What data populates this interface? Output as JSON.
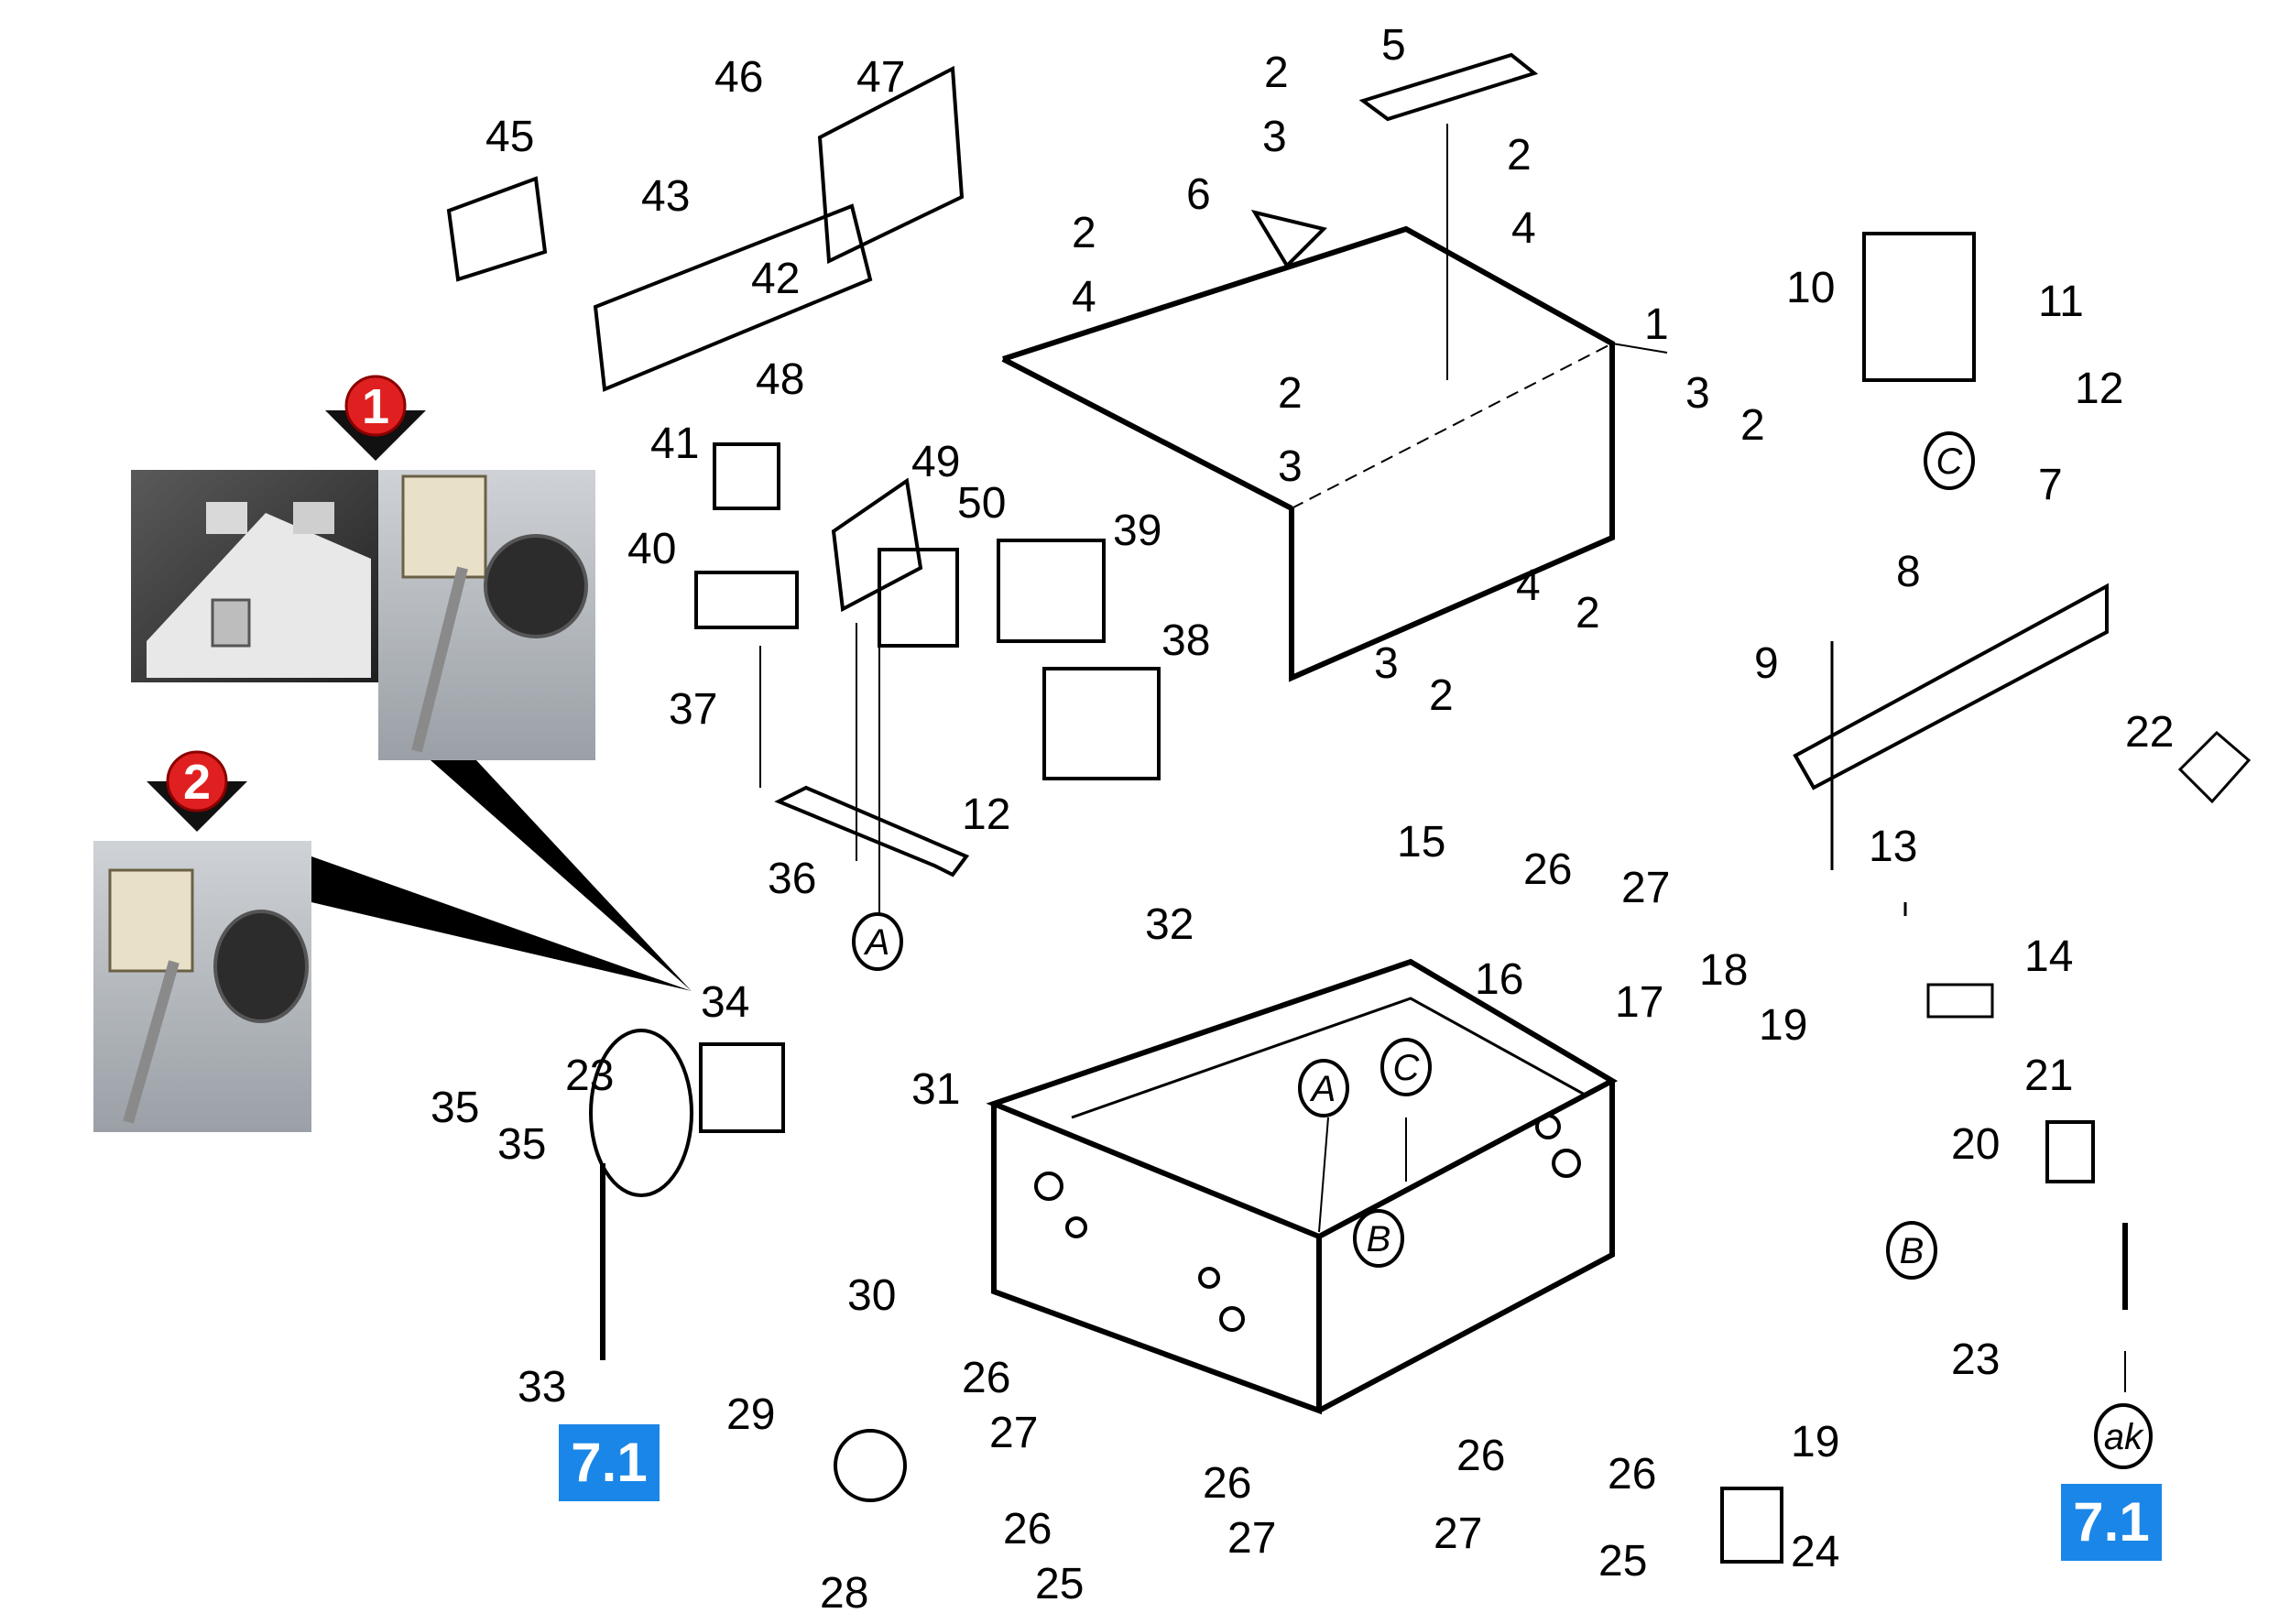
{
  "callouts": {
    "c1": "1",
    "c2": "2",
    "c3": "3",
    "c4": "4",
    "c5": "5",
    "c6": "6",
    "c7": "7",
    "c8": "8",
    "c9": "9",
    "c10": "10",
    "c11": "11",
    "c12": "12",
    "c13": "13",
    "c14": "14",
    "c15": "15",
    "c16": "16",
    "c17": "17",
    "c18": "18",
    "c19": "19",
    "c20": "20",
    "c21": "21",
    "c22": "22",
    "c23": "23",
    "c24": "24",
    "c25": "25",
    "c26": "26",
    "c27": "27",
    "c28": "28",
    "c29": "29",
    "c30": "30",
    "c31": "31",
    "c32": "32",
    "c33": "33",
    "c34": "34",
    "c35": "35",
    "c36": "36",
    "c37": "37",
    "c38": "38",
    "c39": "39",
    "c40": "40",
    "c41": "41",
    "c42": "42",
    "c43": "43",
    "c45": "45",
    "c46": "46",
    "c47": "47",
    "c48": "48",
    "c49": "49",
    "c50": "50"
  },
  "connectors": {
    "a": "A",
    "b": "B",
    "c": "C",
    "ak": "ak"
  },
  "variant_markers": {
    "m1": "1",
    "m2": "2"
  },
  "references": {
    "left": "7.1",
    "right": "7.1"
  },
  "colors": {
    "badge": "#1a86e8",
    "marker": "#e02020",
    "line": "#000000"
  }
}
